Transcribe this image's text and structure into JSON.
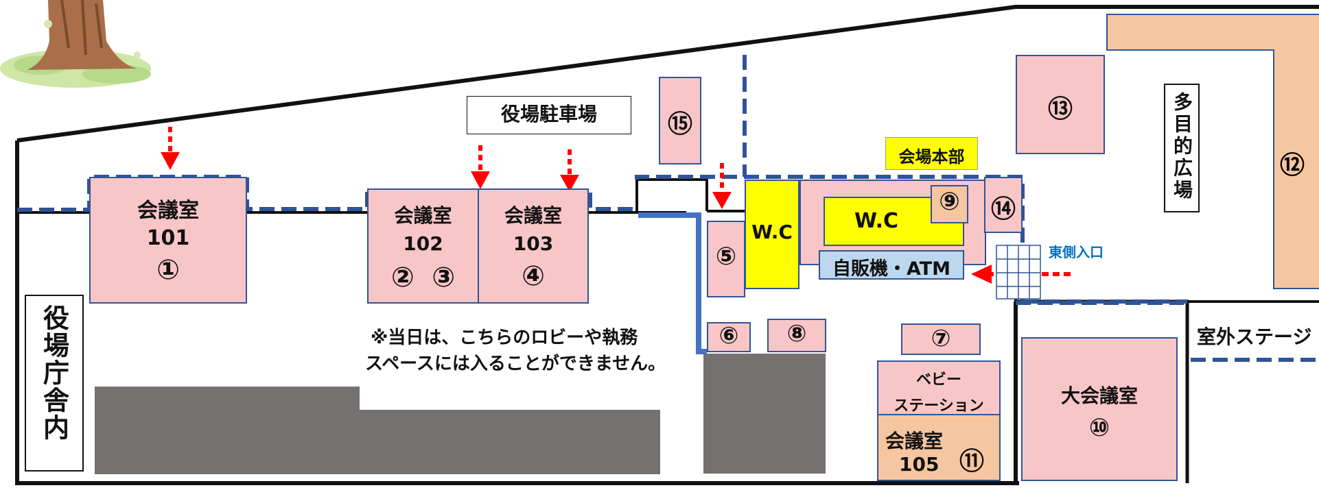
{
  "rooms": {
    "r101": {
      "name": "会議室",
      "number": "101",
      "marker": "①"
    },
    "r102": {
      "name": "会議室",
      "number": "102",
      "marker_a": "②",
      "marker_b": "③"
    },
    "r103": {
      "name": "会議室",
      "number": "103",
      "marker": "④"
    },
    "r105": {
      "name": "会議室",
      "number": "105",
      "marker": "⑪"
    },
    "large_hall": {
      "name": "大会議室",
      "marker": "⑩"
    },
    "baby_station": {
      "line1": "ベビー",
      "line2": "ステーション"
    }
  },
  "markers": {
    "m5": "⑤",
    "m6": "⑥",
    "m7": "⑦",
    "m8": "⑧",
    "m9": "⑨",
    "m12": "⑫",
    "m13": "⑬",
    "m14": "⑭",
    "m15": "⑮"
  },
  "labels": {
    "parking": "役場駐車場",
    "hq": "会場本部",
    "wc1": "W.C",
    "wc2": "W.C",
    "atm": "自販機・ATM",
    "east_entrance": "東側入口",
    "outdoor_stage": "室外ステージ",
    "multipurpose": "多目的広場",
    "town_hall": "役場庁舎内",
    "notice_line1": "※当日は、こちらのロビーや執務",
    "notice_line2": "スペースには入ることができません。"
  },
  "colors": {
    "room_fill": "#f9c6c8",
    "plaza_fill": "#f6c6a0",
    "wc_fill": "#ffff00",
    "atm_fill": "#bdd7ee",
    "blocked_fill": "#767171",
    "dashed_line": "#2f5496",
    "arrow": "#ff0000",
    "east_entrance_text": "#0070c0"
  }
}
